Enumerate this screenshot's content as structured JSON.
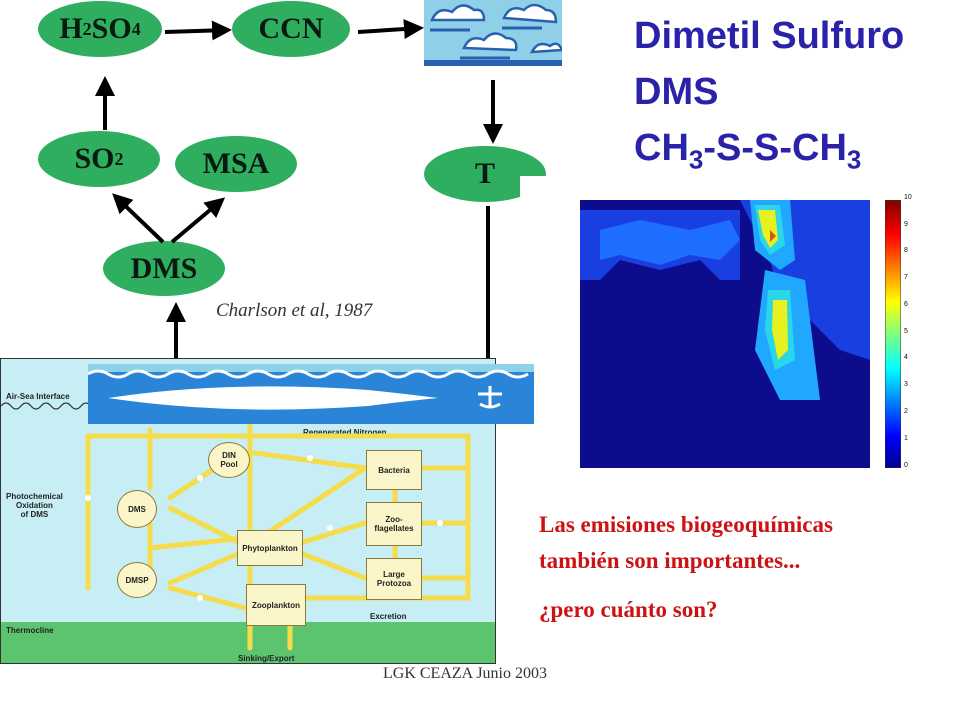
{
  "title": {
    "line1": "Dimetil Sulfuro",
    "line2": "DMS",
    "line3_main": "CH",
    "line3_sub1": "3",
    "line3_mid": "-S-S-CH",
    "line3_sub2": "3"
  },
  "cycle": {
    "h2so4": {
      "main1": "H",
      "sub1": "2",
      "main2": "SO",
      "sub2": "4"
    },
    "ccn": "CCN",
    "so2": {
      "main": "SO",
      "sub": "2"
    },
    "msa": "MSA",
    "dms": "DMS",
    "t": "T"
  },
  "citation": "Charlson et al, 1987",
  "ocean_diagram": {
    "air_sea_interface": "Air-Sea Interface",
    "regenerated_nitrogen": "Regenerated Nitrogen",
    "photochemical": [
      "Photochemical",
      "Oxidation",
      "of DMS"
    ],
    "thermocline": "Thermocline",
    "excretion": "Excretion",
    "sinking": "Sinking/Export",
    "boxes": {
      "din": [
        "DIN",
        "Pool"
      ],
      "bacteria": "Bacteria",
      "zoo": [
        "Zoo-",
        "flagellates"
      ],
      "phyto": "Phytoplankton",
      "protozoa": [
        "Large",
        "Protozoa"
      ],
      "zooplankton": "Zooplankton",
      "dms": "DMS",
      "dmsp": "DMSP"
    }
  },
  "colorbar": {
    "ticks": [
      "10",
      "9",
      "8",
      "7",
      "6",
      "5",
      "4",
      "3",
      "2",
      "1",
      "0"
    ]
  },
  "note": {
    "line1": "Las emisiones biogeoquímicas",
    "line2": "también son importantes...",
    "line3": "¿pero cuánto son?"
  },
  "footer": "LGK CEAZA Junio 2003",
  "colors": {
    "node": "#2fae5f",
    "title": "#2a22a8",
    "note": "#cc1313",
    "ocean": "#c7eef5",
    "flow": "#f4dc4a"
  }
}
